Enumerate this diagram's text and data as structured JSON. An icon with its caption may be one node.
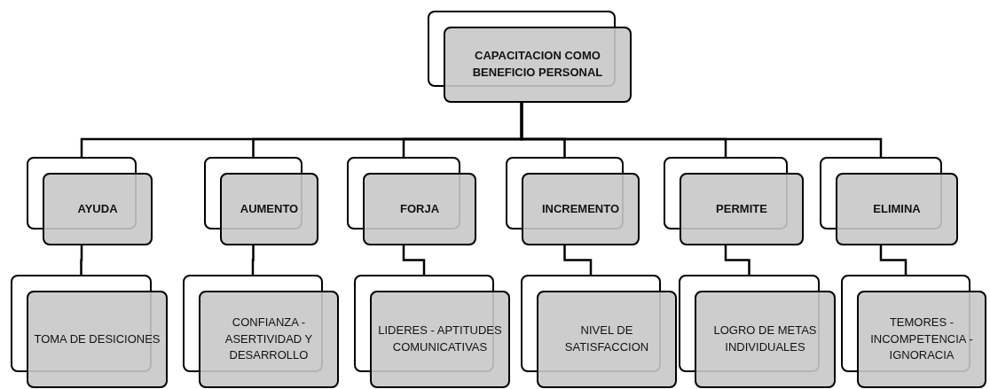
{
  "diagram": {
    "nodes": [
      {
        "text": [
          "CAPACITACION COMO BENEFICIO PERSONAL"
        ]
      },
      {
        "text": [
          "AYUDA"
        ]
      },
      {
        "text": [
          "AUMENTO"
        ]
      },
      {
        "text": [
          "FORJA"
        ]
      },
      {
        "text": [
          "INCREMENTO"
        ]
      },
      {
        "text": [
          "PERMITE"
        ]
      },
      {
        "text": [
          "ELIMINA"
        ]
      },
      {
        "text": [
          "TOMA DE DESICIONES"
        ]
      },
      {
        "text": [
          "CONFIANZA - ASERTIVIDAD Y DESARROLLO"
        ]
      },
      {
        "text": [
          "LIDERES - APTITUDES COMUNICATIVAS"
        ]
      },
      {
        "text": [
          "NIVEL DE SATISFACCION"
        ]
      },
      {
        "text": [
          "LOGRO DE METAS INDIVIDUALES"
        ]
      },
      {
        "text": [
          "TEMORES - INCOMPETENCIA - IGNORACIA"
        ]
      }
    ],
    "edges": [
      {
        "from": 0,
        "to": 1,
        "arrow": "none"
      },
      {
        "from": 0,
        "to": 2,
        "arrow": "none"
      },
      {
        "from": 0,
        "to": 3,
        "arrow": "none"
      },
      {
        "from": 0,
        "to": 4,
        "arrow": "none"
      },
      {
        "from": 0,
        "to": 5,
        "arrow": "none"
      },
      {
        "from": 0,
        "to": 6,
        "arrow": "none"
      },
      {
        "from": 1,
        "to": 7,
        "arrow": "none"
      },
      {
        "from": 2,
        "to": 8,
        "arrow": "none"
      },
      {
        "from": 3,
        "to": 9,
        "arrow": "none"
      },
      {
        "from": 4,
        "to": 10,
        "arrow": "none"
      },
      {
        "from": 5,
        "to": 11,
        "arrow": "none"
      },
      {
        "from": 6,
        "to": 12,
        "arrow": "none"
      }
    ]
  }
}
